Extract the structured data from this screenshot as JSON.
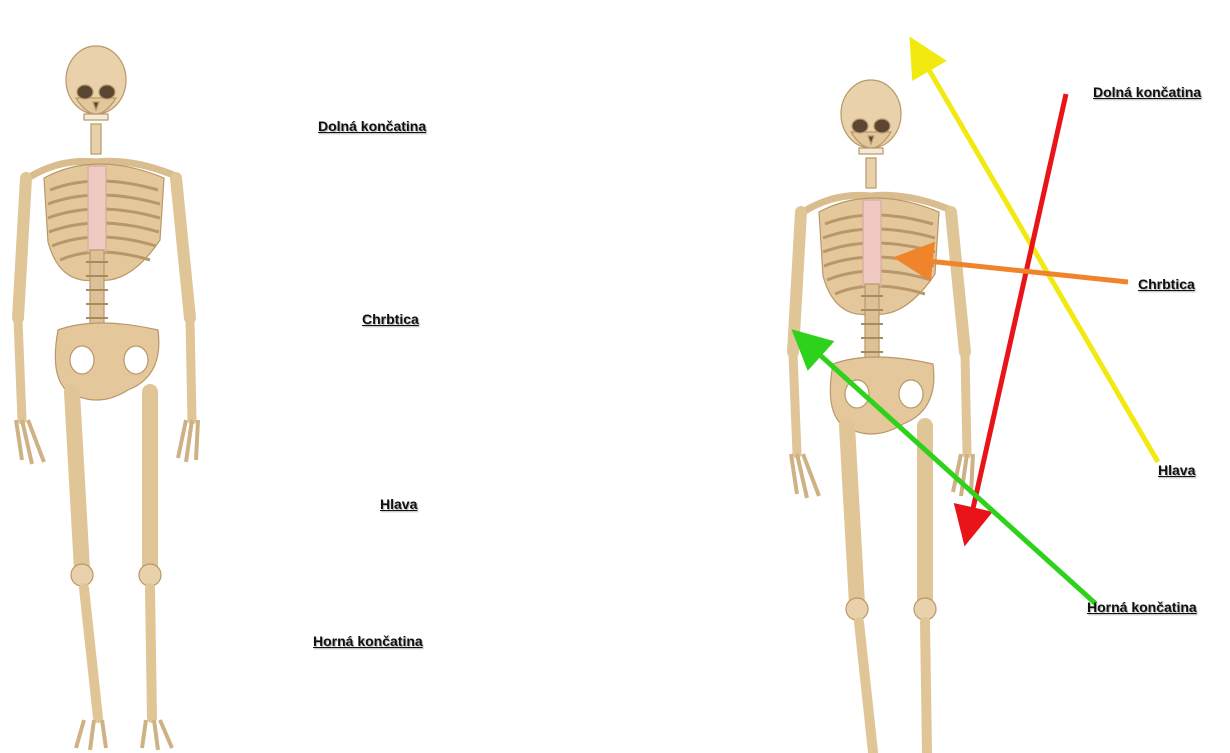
{
  "left_panel": {
    "labels": [
      "Dolná končatina",
      "Chrbtica",
      "Hlava",
      "Horná končatina"
    ]
  },
  "right_panel": {
    "labels": [
      "Dolná končatina",
      "Chrbtica",
      "Hlava",
      "Horná končatina"
    ]
  },
  "colors": {
    "bone": "#e9d2ab",
    "bone_shadow": "#c4a478",
    "sternum": "#f0c9c3",
    "arrow_yellow": "#f1e90f",
    "arrow_red": "#e8141a",
    "arrow_orange": "#f0842a",
    "arrow_green": "#2fd21a"
  }
}
